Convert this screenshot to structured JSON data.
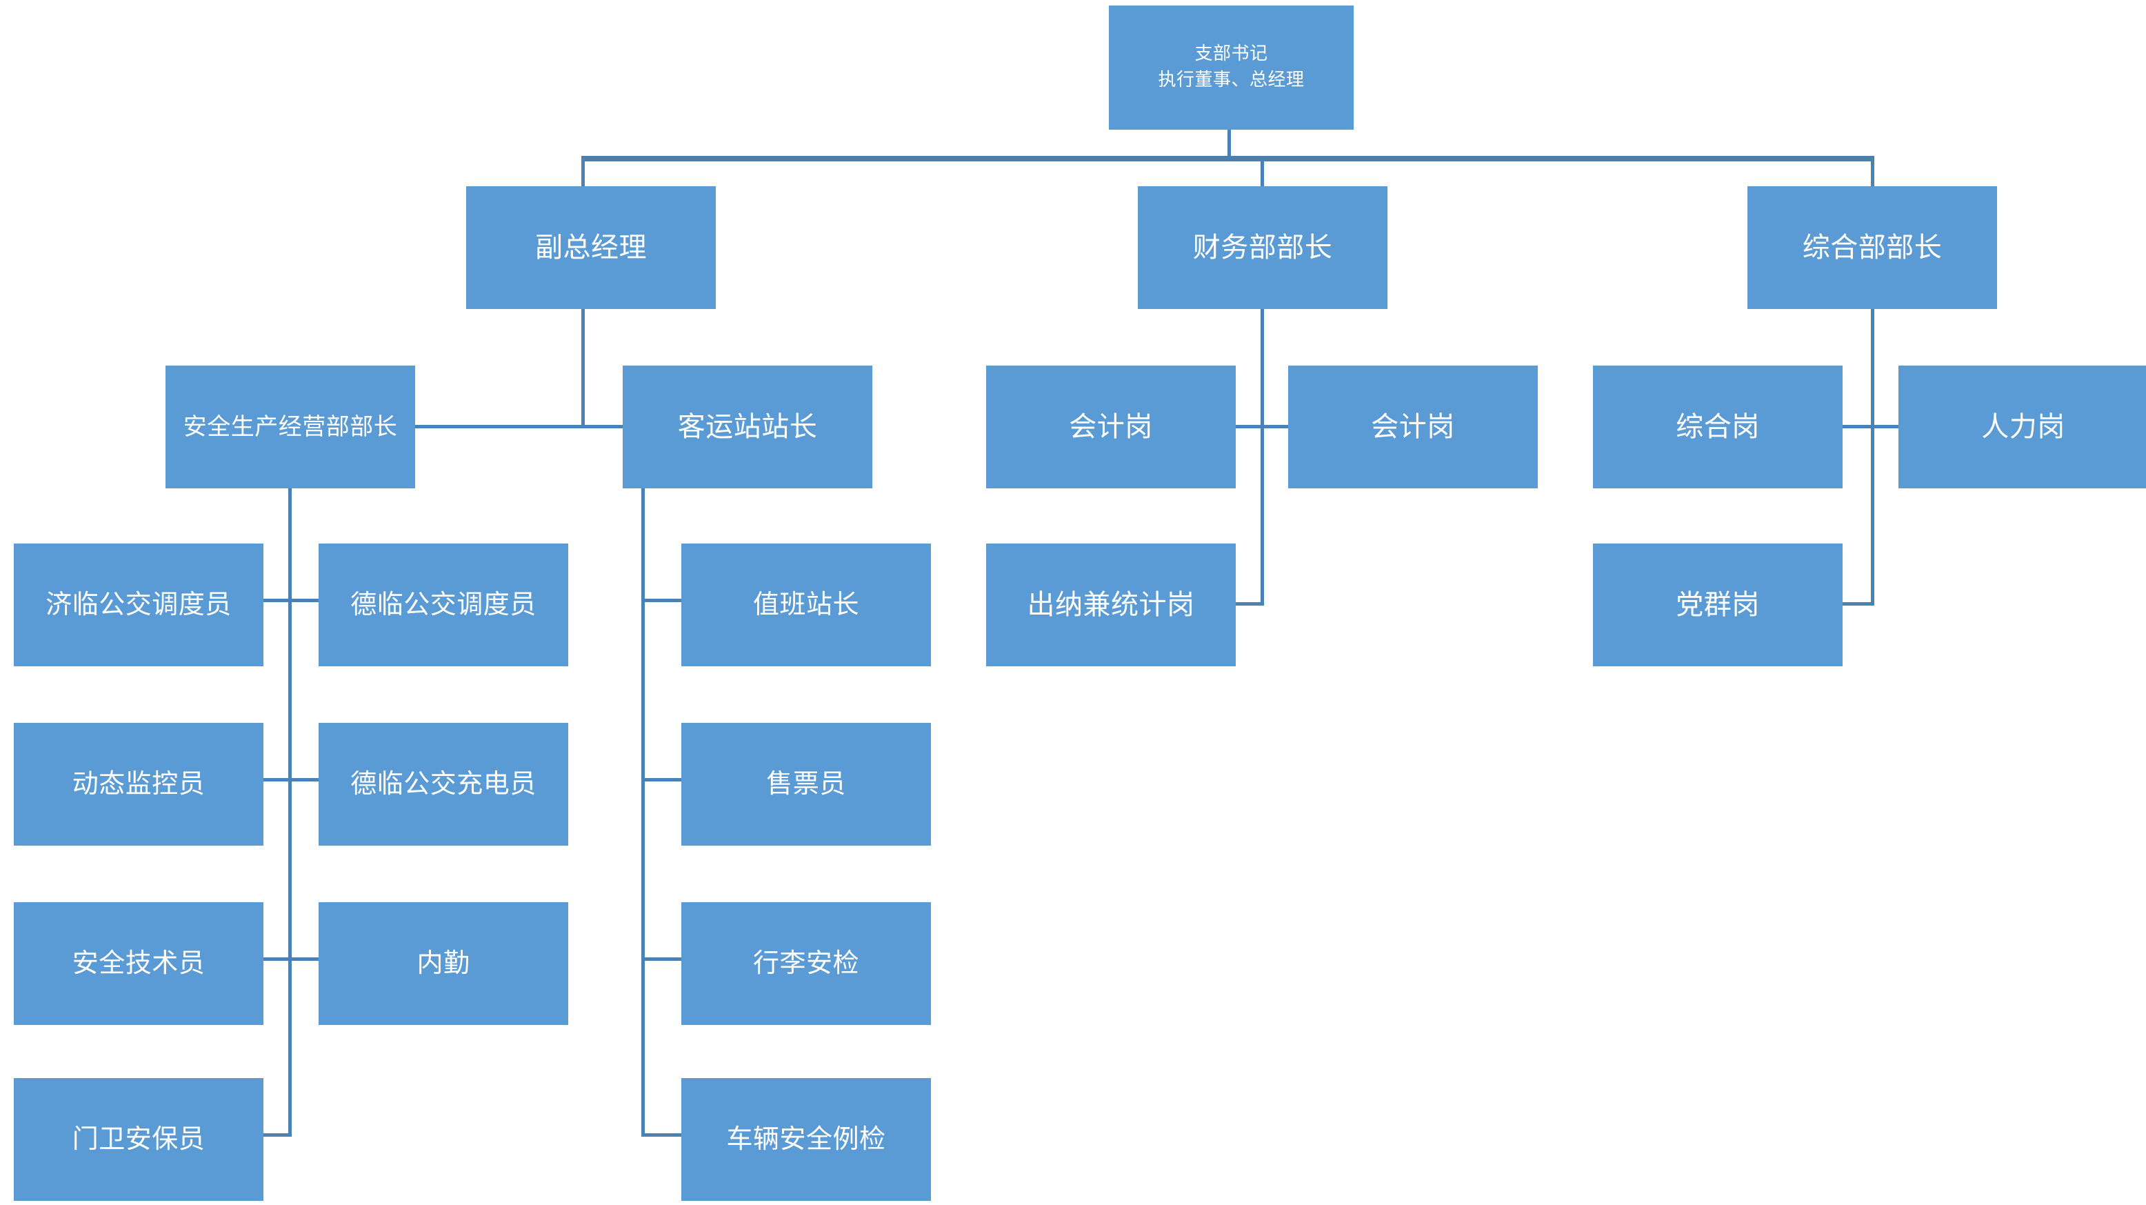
{
  "chart_data": {
    "type": "diagram",
    "diagram_kind": "organization-chart",
    "title": "",
    "colors": {
      "node_fill": "#5B9BD5",
      "node_text": "#FFFFFF",
      "connector": "#4A82B5",
      "background": "#FFFFFF"
    },
    "nodes": [
      {
        "id": "root",
        "label": "支部书记\n执行董事、总经理",
        "level": 1,
        "parent": null
      },
      {
        "id": "n2a",
        "label": "副总经理",
        "level": 2,
        "parent": "root"
      },
      {
        "id": "n2b",
        "label": "财务部部长",
        "level": 2,
        "parent": "root"
      },
      {
        "id": "n2c",
        "label": "综合部部长",
        "level": 2,
        "parent": "root"
      },
      {
        "id": "n3a",
        "label": "安全生产经营部部长",
        "level": 3,
        "parent": "n2a"
      },
      {
        "id": "n3b",
        "label": "客运站站长",
        "level": 3,
        "parent": "n2a"
      },
      {
        "id": "n3c",
        "label": "会计岗",
        "level": 3,
        "parent": "n2b"
      },
      {
        "id": "n3d",
        "label": "会计岗",
        "level": 3,
        "parent": "n2b"
      },
      {
        "id": "n3e",
        "label": "出纳兼统计岗",
        "level": 3,
        "parent": "n2b"
      },
      {
        "id": "n3f",
        "label": "综合岗",
        "level": 3,
        "parent": "n2c"
      },
      {
        "id": "n3g",
        "label": "人力岗",
        "level": 3,
        "parent": "n2c"
      },
      {
        "id": "n3h",
        "label": "党群岗",
        "level": 3,
        "parent": "n2c"
      },
      {
        "id": "n4a",
        "label": "济临公交调度员",
        "level": 4,
        "parent": "n3a"
      },
      {
        "id": "n4b",
        "label": "德临公交调度员",
        "level": 4,
        "parent": "n3a"
      },
      {
        "id": "n4c",
        "label": "动态监控员",
        "level": 4,
        "parent": "n3a"
      },
      {
        "id": "n4d",
        "label": "德临公交充电员",
        "level": 4,
        "parent": "n3a"
      },
      {
        "id": "n4e",
        "label": "安全技术员",
        "level": 4,
        "parent": "n3a"
      },
      {
        "id": "n4f",
        "label": "内勤",
        "level": 4,
        "parent": "n3a"
      },
      {
        "id": "n4g",
        "label": "门卫安保员",
        "level": 4,
        "parent": "n3a"
      },
      {
        "id": "n4h",
        "label": "值班站长",
        "level": 4,
        "parent": "n3b"
      },
      {
        "id": "n4i",
        "label": "售票员",
        "level": 4,
        "parent": "n3b"
      },
      {
        "id": "n4j",
        "label": "行李安检",
        "level": 4,
        "parent": "n3b"
      },
      {
        "id": "n4k",
        "label": "车辆安全例检",
        "level": 4,
        "parent": "n3b"
      }
    ]
  },
  "root": {
    "line1": "支部书记",
    "line2": "执行董事、总经理"
  },
  "level2": {
    "vice_gm": "副总经理",
    "finance_head": "财务部部长",
    "admin_head": "综合部部长"
  },
  "level3": {
    "safety_head": "安全生产经营部部长",
    "station_head": "客运站站长",
    "accountant_1": "会计岗",
    "accountant_2": "会计岗",
    "cashier_stats": "出纳兼统计岗",
    "general_post": "综合岗",
    "hr_post": "人力岗",
    "party_post": "党群岗"
  },
  "level4": {
    "jilin_dispatcher": "济临公交调度员",
    "delin_dispatcher": "德临公交调度员",
    "dynamic_monitor": "动态监控员",
    "delin_charger": "德临公交充电员",
    "safety_technician": "安全技术员",
    "office_clerk": "内勤",
    "gate_guard": "门卫安保员",
    "duty_station_master": "值班站长",
    "ticket_seller": "售票员",
    "baggage_security": "行李安检",
    "vehicle_inspection": "车辆安全例检"
  }
}
